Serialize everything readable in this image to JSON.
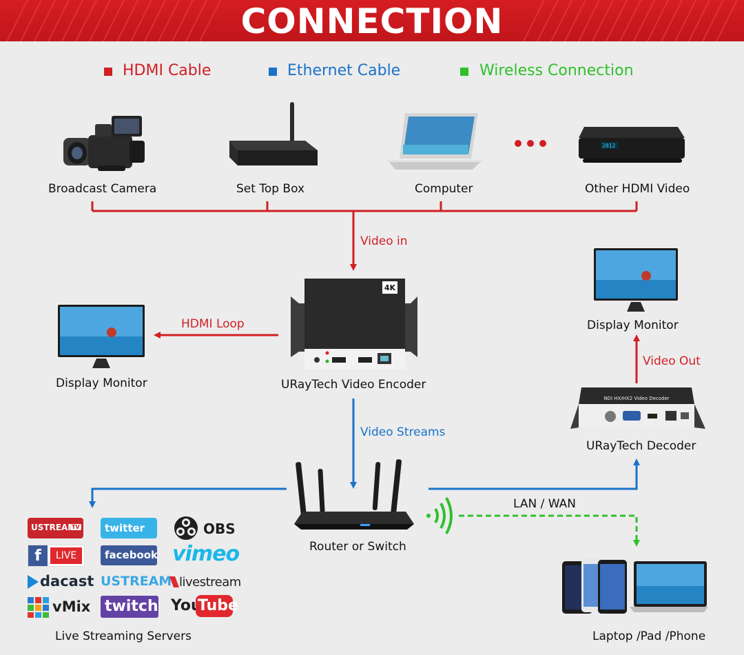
{
  "header": {
    "title": "CONNECTION"
  },
  "legend": [
    {
      "label": "HDMI Cable",
      "color": "#d11f24"
    },
    {
      "label": "Ethernet Cable",
      "color": "#1a73c9"
    },
    {
      "label": "Wireless Connection",
      "color": "#2fc02b"
    }
  ],
  "sources": {
    "camera": "Broadcast Camera",
    "settop": "Set Top Box",
    "computer": "Computer",
    "other": "Other HDMI Video"
  },
  "links": {
    "video_in": "Video in",
    "hdmi_loop": "HDMI Loop",
    "video_streams": "Video Streams",
    "video_out": "Video Out",
    "lan_wan": "LAN / WAN"
  },
  "devices": {
    "monitor_left": "Display Monitor",
    "encoder": "URayTech Video Encoder",
    "monitor_right": "Display Monitor",
    "decoder": "URayTech Decoder",
    "router": "Router or Switch",
    "clients": "Laptop /Pad /Phone",
    "servers_label": "Live Streaming Servers"
  },
  "device_text": {
    "encoder_badge": "4K",
    "decoder_title": "NDI HX/HX2 Video Decoder"
  },
  "streaming_logos": {
    "ustream_tv": "USTREAM",
    "ustream_tv_badge": "TV",
    "twitter": "twitter",
    "obs": "OBS",
    "facebook_live": "LIVE",
    "facebook": "facebook",
    "vimeo": "vimeo",
    "dacast": "dacast",
    "ustream": "USTREAM",
    "livestream": "livestream",
    "vmix": "vMix",
    "twitch": "twitch",
    "youtube_you": "You",
    "youtube_tube": "Tube"
  },
  "colors": {
    "hdmi": "#d11f24",
    "ethernet": "#1a73c9",
    "wireless": "#2fc02b",
    "header": "#cc1a1f"
  }
}
